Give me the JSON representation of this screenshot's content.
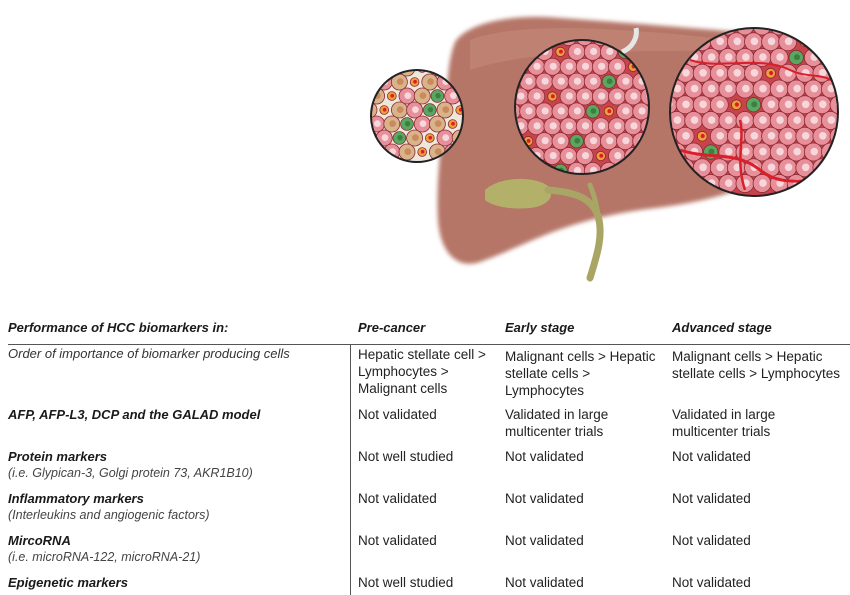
{
  "table": {
    "header": {
      "title": "Performance of HCC biomarkers in:",
      "columns": [
        "Pre-cancer",
        "Early stage",
        "Advanced stage"
      ]
    },
    "rows": [
      {
        "label": "Order of importance of biomarker producing cells",
        "sublabel": "",
        "cells": [
          "Hepatic stellate cell > Lymphocytes > Malignant cells",
          "Malignant cells > Hepatic stellate cells > Lymphocytes",
          "Malignant cells > Hepatic stellate cells > Lymphocytes"
        ]
      },
      {
        "label": "AFP, AFP-L3, DCP and the GALAD model",
        "sublabel": "",
        "cells": [
          "Not validated",
          "Validated in large multicenter trials",
          "Validated in large multicenter trials"
        ]
      },
      {
        "label": "Protein markers",
        "sublabel": "(i.e. Glypican-3, Golgi protein 73, AKR1B10)",
        "cells": [
          "Not well studied",
          "Not validated",
          "Not validated"
        ]
      },
      {
        "label": "Inflammatory markers",
        "sublabel": "(Interleukins and angiogenic factors)",
        "cells": [
          "Not validated",
          "Not validated",
          "Not validated"
        ]
      },
      {
        "label": "MircoRNA",
        "sublabel": "(i.e. microRNA-122, microRNA-21)",
        "cells": [
          "Not validated",
          "Not validated",
          "Not validated"
        ]
      },
      {
        "label": "Epigenetic markers",
        "sublabel": "",
        "cells": [
          "Not well studied",
          "Not validated",
          "Not validated"
        ]
      }
    ]
  },
  "colors": {
    "liver": "#b8786a",
    "gallbladder": "#b8b56e",
    "malignant_cell": "#e8909a",
    "stellate_cell": "#d9b48a",
    "lymphocyte": "#5aa860",
    "vessel": "#d9202a"
  }
}
